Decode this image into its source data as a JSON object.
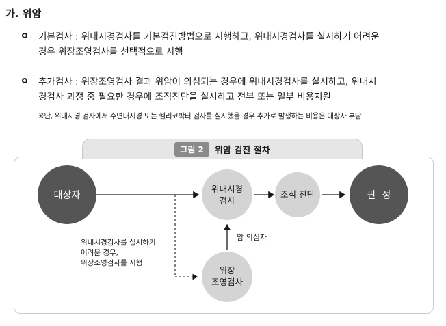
{
  "section": {
    "title": "가. 위암"
  },
  "bullets": [
    {
      "lines": [
        "기본검사 : 위내시경검사를 기본검진방법으로 시행하고, 위내시경검사를 실시하기 어려운",
        "경우 위장조영검사를 선택적으로 시행"
      ]
    },
    {
      "lines": [
        "추가검사 : 위장조영검사 결과 위암이 의심되는 경우에 위내시경검사를 실시하고, 위내시",
        "경검사 과정 중 필요한 경우에 조직진단을 실시하고 전부 또는 일부 비용지원"
      ]
    }
  ],
  "note": "※단, 위내시경 검사에서 수면내시경 또는 헬리코박터 검사를 실시했을 경우 추가로 발생하는 비용은 대상자 부담",
  "figure": {
    "badge": "그림 2",
    "title": "위암 검진 절차",
    "nodes": {
      "subject": "대상자",
      "endoscopy_line1": "위내시경",
      "endoscopy_line2": "검사",
      "biopsy": "조직 진단",
      "judgment": "판  정",
      "ugi_line1": "위장",
      "ugi_line2": "조영검사"
    },
    "labels": {
      "suspected": "암 의심자",
      "alt_line1": "위내시경검사를 실시하기",
      "alt_line2": "어려운 경우,",
      "alt_line3": "위장조영검사를 시행"
    },
    "colors": {
      "dark_node": "#555555",
      "light_node": "#d4d4d4",
      "badge": "#8a8a8a"
    }
  }
}
